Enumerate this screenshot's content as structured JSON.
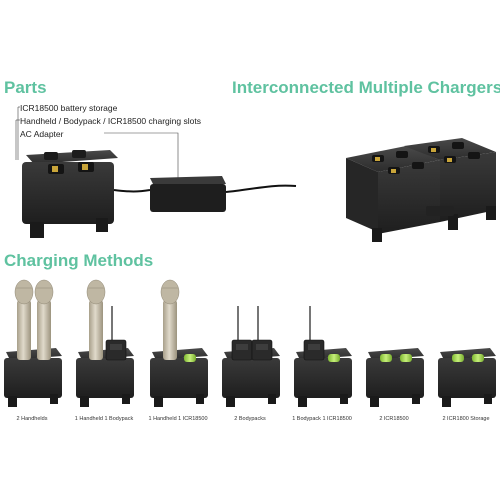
{
  "headings": {
    "parts": "Parts",
    "multi": "Interconnected Multiple Chargers",
    "methods": "Charging Methods"
  },
  "parts_labels": [
    "ICR18500 battery storage",
    "Handheld / Bodypack / ICR18500 charging slots",
    "AC Adapter"
  ],
  "methods": [
    {
      "caption": "2 Handhelds"
    },
    {
      "caption": "1 Handheld 1 Bodypack"
    },
    {
      "caption": "1 Handheld 1 ICR18500"
    },
    {
      "caption": "2 Bodypacks"
    },
    {
      "caption": "1 Bodypack 1 ICR18500"
    },
    {
      "caption": "2 ICR18500"
    },
    {
      "caption": "2 ICR1800 Storage"
    }
  ],
  "colors": {
    "accent": "#5fc2a0",
    "charger_dark": "#2b2b2b",
    "mic_silver": "#c9c2b0",
    "battery_green": "#9fd64a"
  }
}
